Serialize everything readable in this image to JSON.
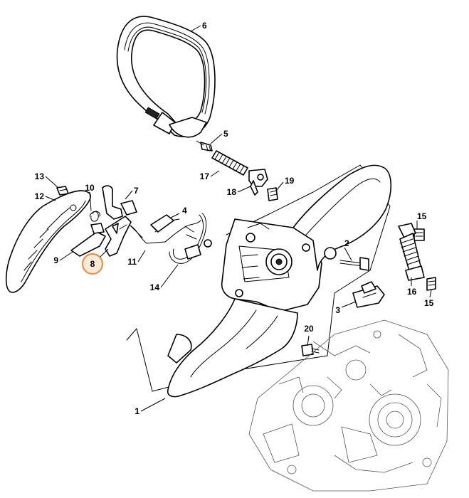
{
  "diagram": {
    "highlight_color": "#e8914b",
    "highlighted_callout": "8",
    "callouts": [
      {
        "id": "c1",
        "label": "1"
      },
      {
        "id": "c2",
        "label": "2"
      },
      {
        "id": "c3",
        "label": "3"
      },
      {
        "id": "c4",
        "label": "4"
      },
      {
        "id": "c5",
        "label": "5"
      },
      {
        "id": "c6",
        "label": "6"
      },
      {
        "id": "c7",
        "label": "7"
      },
      {
        "id": "c8",
        "label": "8"
      },
      {
        "id": "c9",
        "label": "9"
      },
      {
        "id": "c10",
        "label": "10"
      },
      {
        "id": "c11",
        "label": "11"
      },
      {
        "id": "c12",
        "label": "12"
      },
      {
        "id": "c13",
        "label": "13"
      },
      {
        "id": "c14",
        "label": "14"
      },
      {
        "id": "c15a",
        "label": "15"
      },
      {
        "id": "c15b",
        "label": "15"
      },
      {
        "id": "c16",
        "label": "16"
      },
      {
        "id": "c17",
        "label": "17"
      },
      {
        "id": "c18",
        "label": "18"
      },
      {
        "id": "c19",
        "label": "19"
      },
      {
        "id": "c20",
        "label": "20"
      }
    ]
  }
}
